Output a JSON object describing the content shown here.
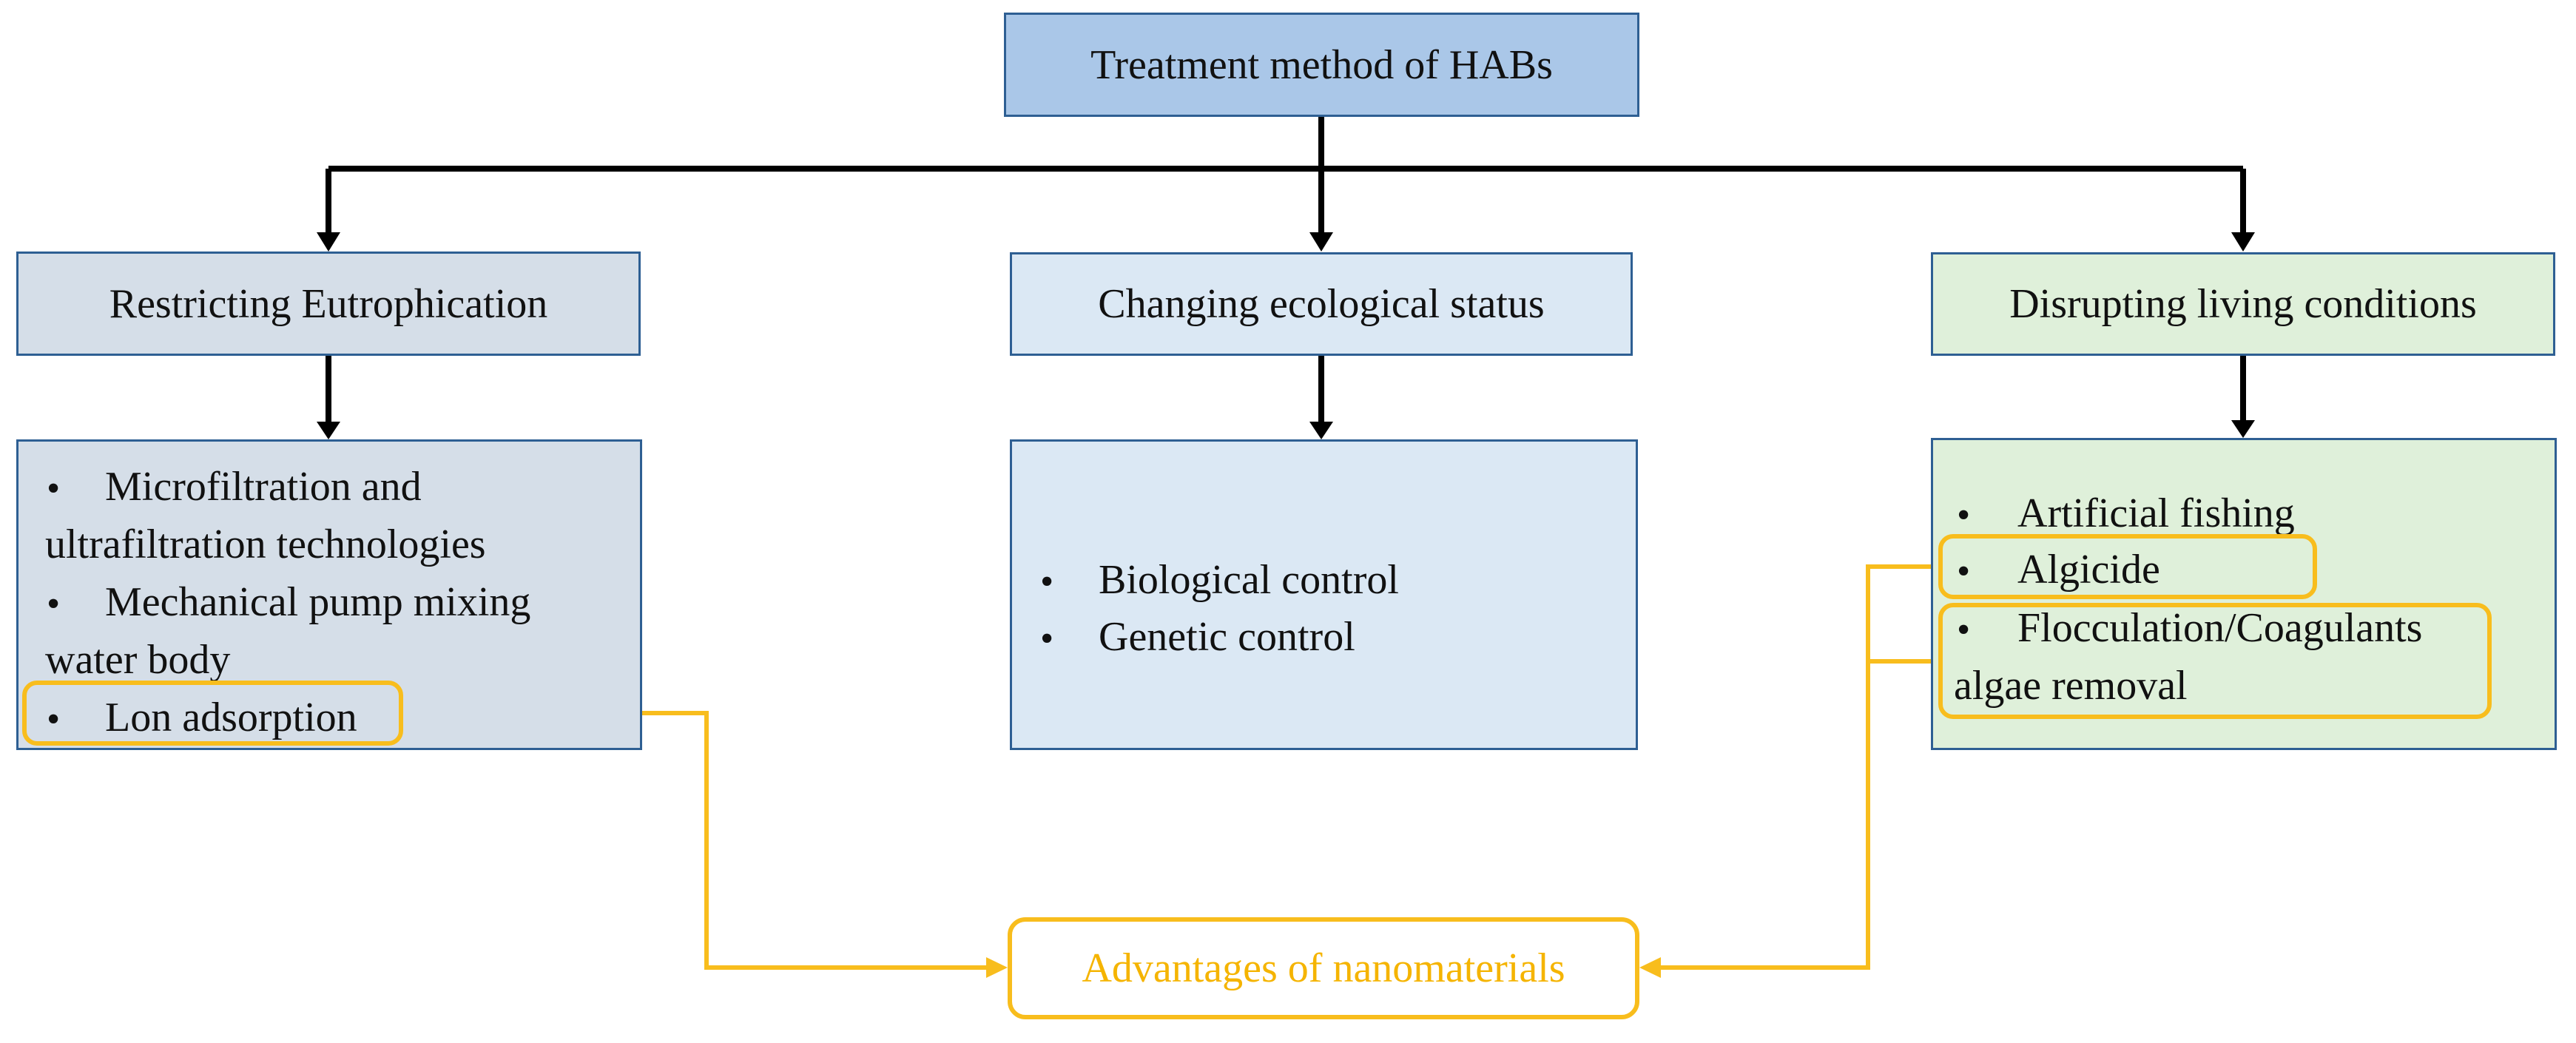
{
  "root": {
    "label": "Treatment method of HABs"
  },
  "categories": [
    {
      "label": "Restricting Eutrophication",
      "items": [
        {
          "lines": [
            "Microfiltration and",
            "ultrafiltration technologies"
          ]
        },
        {
          "lines": [
            "Mechanical pump mixing",
            "water body"
          ]
        },
        {
          "lines": [
            "Lon adsorption"
          ],
          "highlighted": true
        }
      ]
    },
    {
      "label": "Changing ecological status",
      "items": [
        {
          "lines": [
            "Biological control"
          ]
        },
        {
          "lines": [
            "Genetic control"
          ]
        }
      ]
    },
    {
      "label": "Disrupting living conditions",
      "items": [
        {
          "lines": [
            "Artificial fishing"
          ]
        },
        {
          "lines": [
            "Algicide"
          ],
          "highlighted": true
        },
        {
          "lines": [
            "Flocculation/Coagulants",
            "algae removal"
          ],
          "highlighted": true
        }
      ]
    }
  ],
  "bullet_symbol": "•",
  "advantages": {
    "label": "Advantages of nanomaterials"
  },
  "colors": {
    "root_fill": "#aac7e8",
    "eutrophication_fill": "#d5dee8",
    "ecological_fill": "#dbe8f4",
    "living_conditions_fill": "#dff0da",
    "box_border": "#2e5f93",
    "highlight": "#f8bd1d",
    "highlight_text": "#f5b400",
    "connector": "#000000"
  }
}
